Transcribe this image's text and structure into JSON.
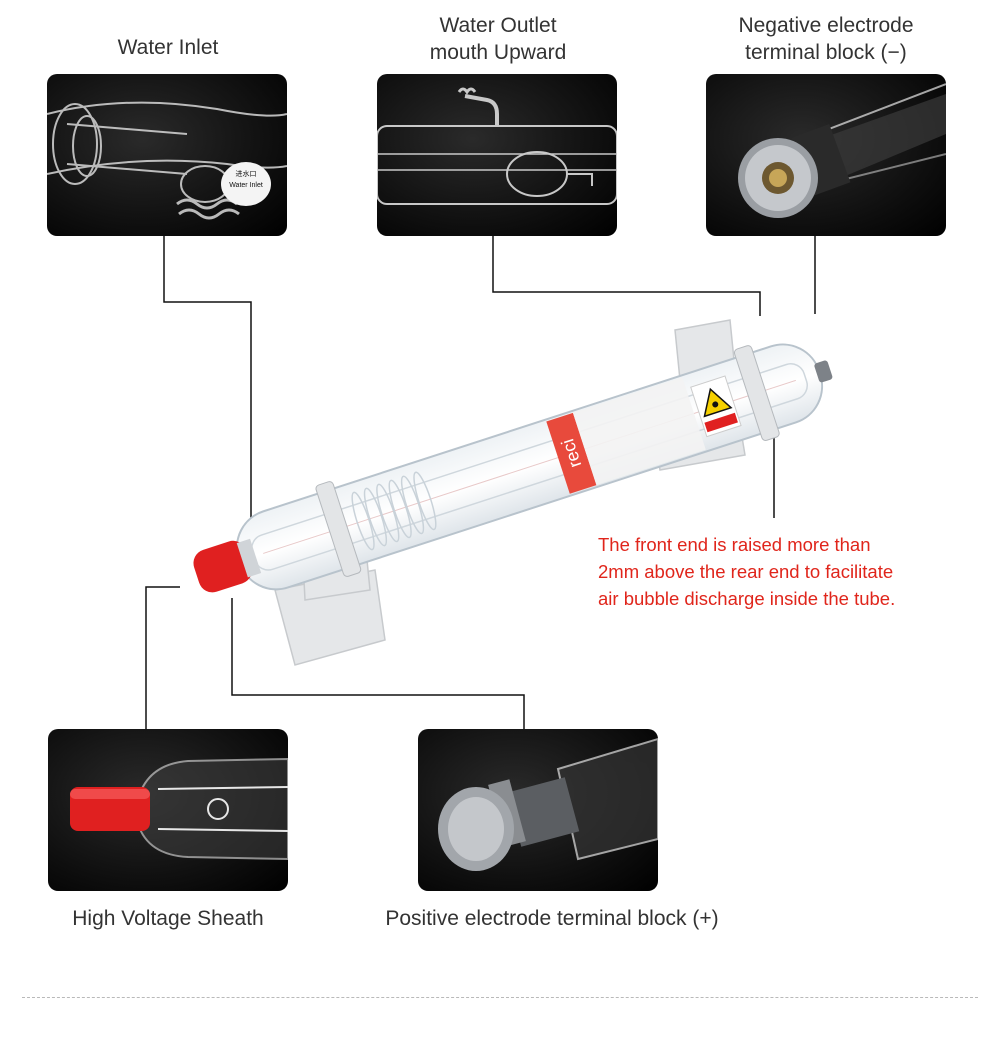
{
  "labels": {
    "water_inlet": "Water Inlet",
    "water_outlet_line1": "Water Outlet",
    "water_outlet_line2": "mouth Upward",
    "negative_line1": "Negative electrode",
    "negative_line2": "terminal block (−)",
    "hv_sheath": "High Voltage Sheath",
    "positive": "Positive electrode terminal block (+)"
  },
  "inlet_tag": {
    "line1": "进水口",
    "line2": "Water Inlet"
  },
  "note": {
    "line1": "The front end is raised more than",
    "line2": "2mm above the rear end to facilitate",
    "line3": "air bubble discharge inside the tube."
  },
  "tube_brand": "reci",
  "colors": {
    "note_red": "#e0251b",
    "sheath_red": "#e02020",
    "label_text": "#333333",
    "leader_line": "#111111"
  },
  "icons": [
    "laser-warning-icon"
  ]
}
